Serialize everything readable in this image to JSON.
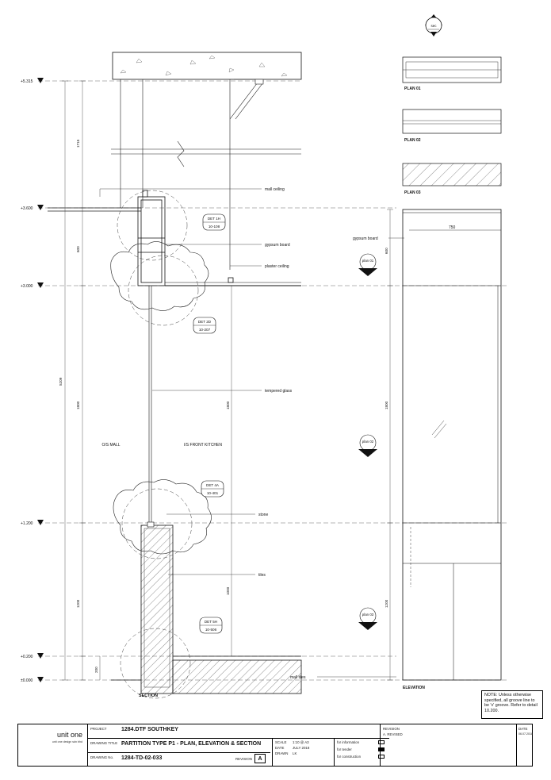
{
  "section_marker": "sec",
  "section_title": "SECTION",
  "elevation_title": "ELEVATION",
  "levels": [
    "+5.315",
    "+3.600",
    "+3.000",
    "+1.200",
    "+0.200",
    "±0.000"
  ],
  "dims_left": [
    "1715",
    "600",
    "5209",
    "1800",
    "1200",
    "200"
  ],
  "dims_mid": [
    "1800",
    "1000"
  ],
  "dims_right": [
    "600",
    "1800",
    "1200"
  ],
  "width_dim": "750",
  "plans": [
    "PLAN 01",
    "PLAN 02",
    "PLAN 03"
  ],
  "plan_tags": [
    "plan 01",
    "plan 02",
    "plan 03"
  ],
  "details": [
    {
      "id": "DET 1H",
      "ref": "10-108"
    },
    {
      "id": "DET 2D",
      "ref": "10-207"
    },
    {
      "id": "DET 4A",
      "ref": "10-401"
    },
    {
      "id": "DET 5H",
      "ref": "10-506"
    }
  ],
  "labels": {
    "mall_ceiling": "mall ceiling",
    "gypsum_board": "gypsum board",
    "plaster_ceiling": "plaster ceiling",
    "tempered_glass": "tempered glass",
    "os_mall": "O/S MALL",
    "is_front_kitchen": "I/S FRONT KITCHEN",
    "stone": "stone",
    "tiles": "tiles",
    "mall_tiles": "mall tiles",
    "gypsum_board_elev": "gypsum board"
  },
  "note": "NOTE: Unless otherwise specified, all groove line to be 'v' groove. Refer to detail 10.200.",
  "title_block": {
    "company": "unit one",
    "company_sub": "unit one design sdn bhd",
    "project_label": "PROJECT",
    "project": "1284.DTF SOUTHKEY",
    "drawing_title_label": "DRAWING TITLE",
    "drawing_title": "PARTITION TYPE P1 - PLAN, ELEVATION & SECTION",
    "drawing_no_label": "DRAWING No.",
    "drawing_no": "1284-TD-02-033",
    "revision_label": "REVISION",
    "revision_box": "A",
    "scale_label": "SCALE",
    "scale": "1:10 @ A3",
    "date_label": "DATE",
    "date": "JULY 2018",
    "drawn_label": "DRAWN",
    "drawn": "LK",
    "status_info": "for information",
    "status_tender": "for tender",
    "status_construction": "for construction",
    "revision_head": "REVISION",
    "revision_entry": "A. REVISED",
    "date_head": "DATE",
    "date_entry": "06.07.2018"
  }
}
